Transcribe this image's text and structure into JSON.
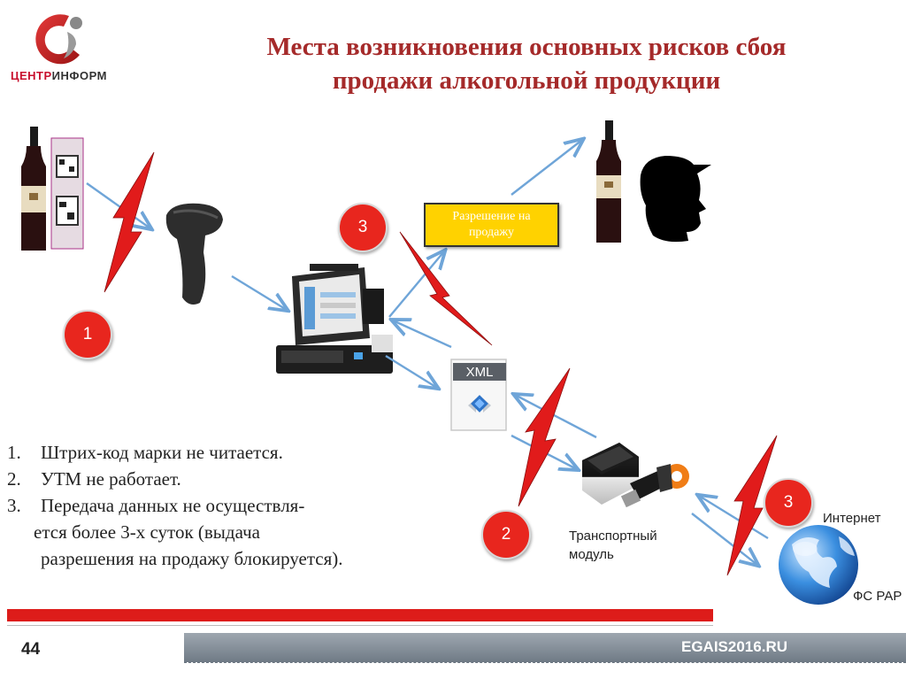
{
  "logo": {
    "brand_part1": "ЦЕНТР",
    "brand_part2": "ИНФОРМ"
  },
  "title": {
    "line1": "Места возникновения основных рисков сбоя",
    "line2": "продажи алкогольной продукции"
  },
  "permission_box": {
    "label": "Разрешение на продажу"
  },
  "xml_icon": {
    "label": "XML"
  },
  "risk_markers": [
    {
      "label": "1"
    },
    {
      "label": "3"
    },
    {
      "label": "2"
    },
    {
      "label": "3"
    }
  ],
  "labels": {
    "transport_module_line1": "Транспортный",
    "transport_module_line2": "модуль",
    "internet": "Интернет",
    "fsrar": "ФС РАР"
  },
  "risks": [
    {
      "num": "1.",
      "text": "Штрих-код марки не читается."
    },
    {
      "num": "2.",
      "text": "УТМ не работает."
    },
    {
      "num": "3.",
      "text": "Передача данных не осуществля-",
      "cont1": "ется более 3-х суток (выдача",
      "cont2": "разрешения на продажу блокируется)."
    }
  ],
  "footer": {
    "page_number": "44",
    "site": "EGAIS2016.RU"
  },
  "colors": {
    "title": "#a52a2a",
    "risk_red": "#e8261e",
    "lightning": "#e11b1b",
    "arrow": "#6fa5d8",
    "permission_fill": "#ffd200",
    "footer_bar": "#8a949e"
  },
  "icons": [
    "wine-bottle-icon",
    "excise-stamp-icon",
    "barcode-scanner-icon",
    "pos-terminal-icon",
    "xml-file-icon",
    "utm-device-icon",
    "usb-token-icon",
    "globe-icon",
    "customer-silhouette-icon",
    "lightning-icon",
    "logo-icon"
  ]
}
